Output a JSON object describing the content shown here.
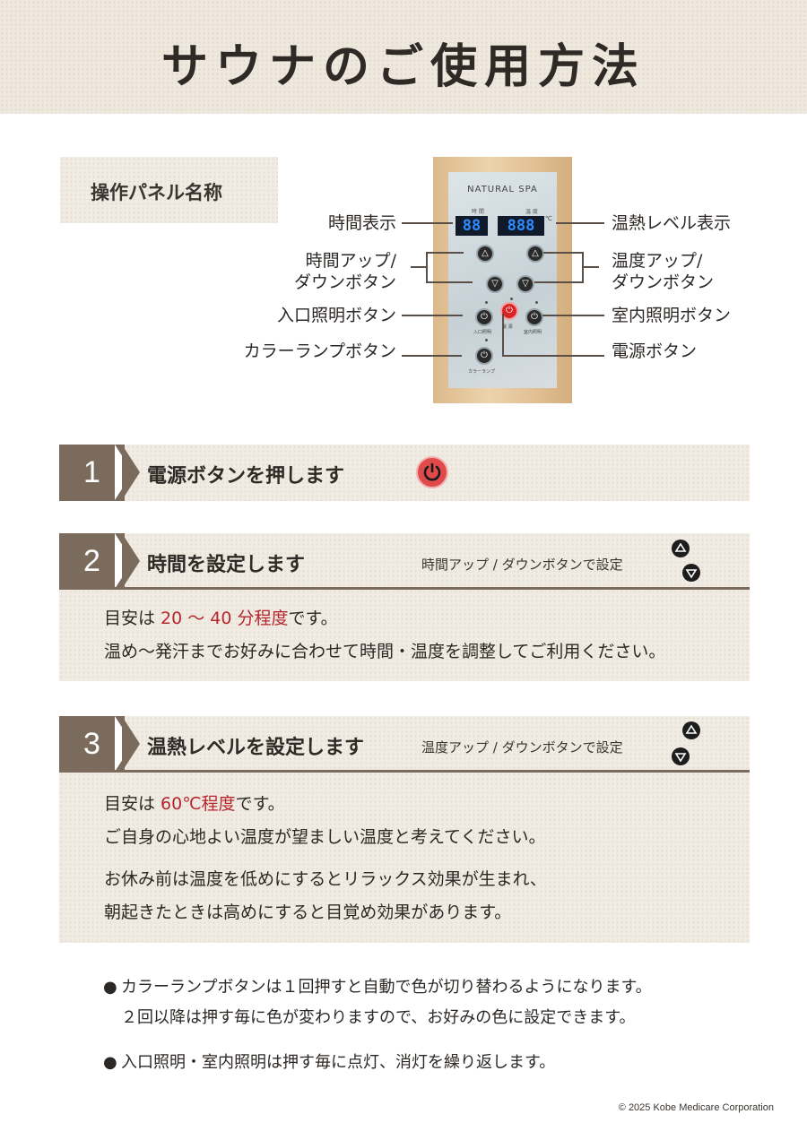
{
  "header": {
    "title": "サウナのご使用方法"
  },
  "panel": {
    "title": "操作パネル名称",
    "device": {
      "brand": "NATURAL  SPA",
      "lcd_label_left": "時 間",
      "lcd_label_right": "温 度",
      "lcd_left": "88",
      "lcd_right": "888",
      "unit": "℃",
      "power_label": "電 源",
      "entrance_label": "入口照明",
      "room_label": "室内照明",
      "color_label": "カラーランプ"
    },
    "labels": {
      "time_display": "時間表示",
      "time_updown_1": "時間アップ/",
      "time_updown_2": "ダウンボタン",
      "entrance_light": "入口照明ボタン",
      "color_lamp": "カラーランプボタン",
      "heat_level_display": "温熱レベル表示",
      "temp_updown_1": "温度アップ/",
      "temp_updown_2": "ダウンボタン",
      "room_light": "室内照明ボタン",
      "power": "電源ボタン"
    }
  },
  "steps": [
    {
      "number": "1",
      "title": "電源ボタンを押します"
    },
    {
      "number": "2",
      "title": "時間を設定します",
      "note": "時間アップ / ダウンボタンで設定",
      "line1_pre": "目安は ",
      "line1_highlight": "20 ～ 40 分程度",
      "line1_post": "です。",
      "line2": "温め～発汗までお好みに合わせて時間・温度を調整してご利用ください。"
    },
    {
      "number": "3",
      "title": "温熱レベルを設定します",
      "note": "温度アップ / ダウンボタンで設定",
      "line1_pre": "目安は ",
      "line1_highlight": "60℃程度",
      "line1_post": "です。",
      "line2": "ご自身の心地よい温度が望ましい温度と考えてください。",
      "line3": "お休み前は温度を低めにするとリラックス効果が生まれ、",
      "line4": "朝起きたときは高めにすると目覚め効果があります。"
    }
  ],
  "notes": {
    "bullet": "●",
    "color_lamp_1": "カラーランプボタンは１回押すと自動で色が切り替わるようになります。",
    "color_lamp_2": "２回以降は押す毎に色が変わりますので、お好みの色に設定できます。",
    "lights": "入口照明・室内照明は押す毎に点灯、消灯を繰り返します。"
  },
  "footer": {
    "copyright": "© 2025 Kobe Medicare Corporation"
  },
  "colors": {
    "accent_brown": "#7a6b5c",
    "highlight_red": "#b5262d",
    "power_red": "#e14a4a"
  }
}
